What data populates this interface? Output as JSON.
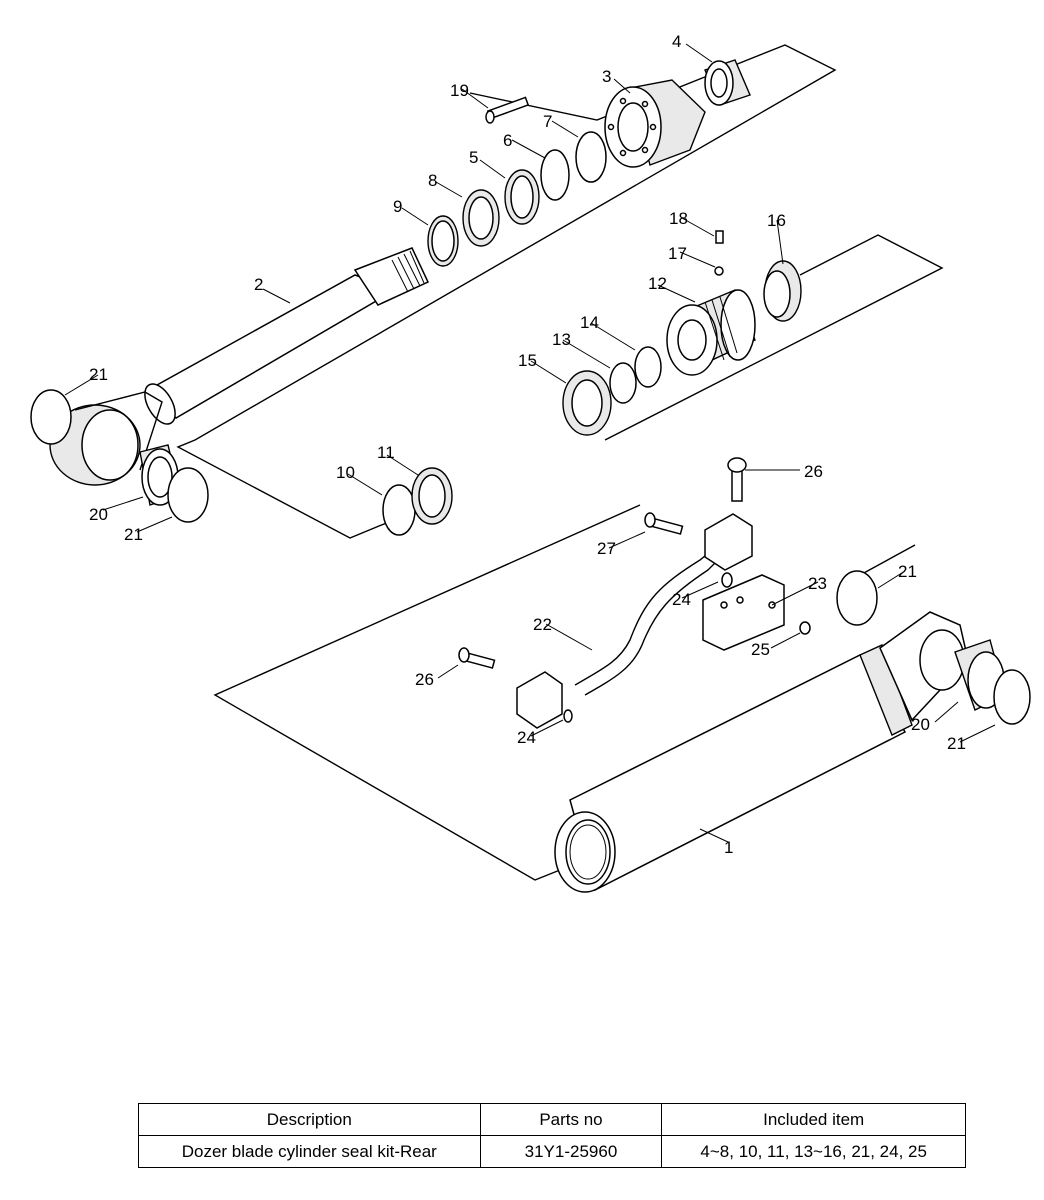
{
  "callouts": [
    "1",
    "2",
    "3",
    "4",
    "5",
    "6",
    "7",
    "8",
    "9",
    "10",
    "11",
    "12",
    "13",
    "14",
    "15",
    "16",
    "17",
    "18",
    "19",
    "20",
    "21",
    "22",
    "23",
    "24",
    "25",
    "26",
    "27"
  ],
  "table": {
    "headers": [
      "Description",
      "Parts no",
      "Included item"
    ],
    "rows": [
      [
        "Dozer blade cylinder seal kit-Rear",
        "31Y1-25960",
        "4~8, 10, 11, 13~16, 21, 24, 25"
      ]
    ]
  }
}
